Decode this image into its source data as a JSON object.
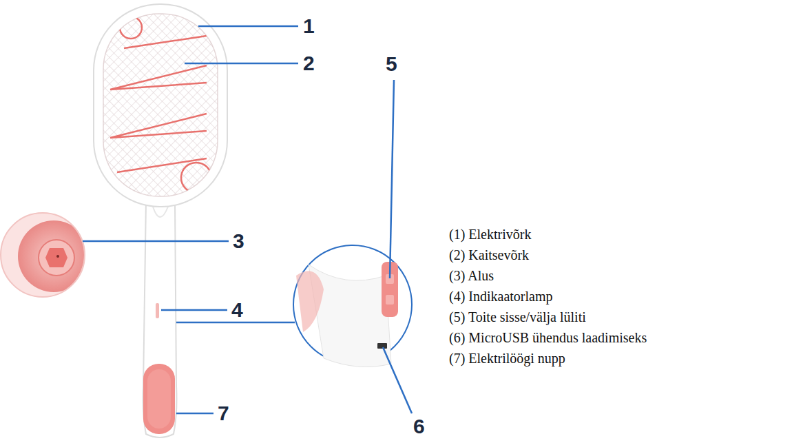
{
  "diagram": {
    "labels": [
      "1",
      "2",
      "3",
      "4",
      "5",
      "6",
      "7",
      "(1) Elektrivõrk",
      "(2) Kaitsevõrk",
      "(3) Alus",
      "(4) Indikaatorlamp",
      "(5) Toite sisse/välja lüliti",
      "(6) MicroUSB ühendus laadimiseks",
      "(7) Elektrilöögi nupp"
    ]
  }
}
